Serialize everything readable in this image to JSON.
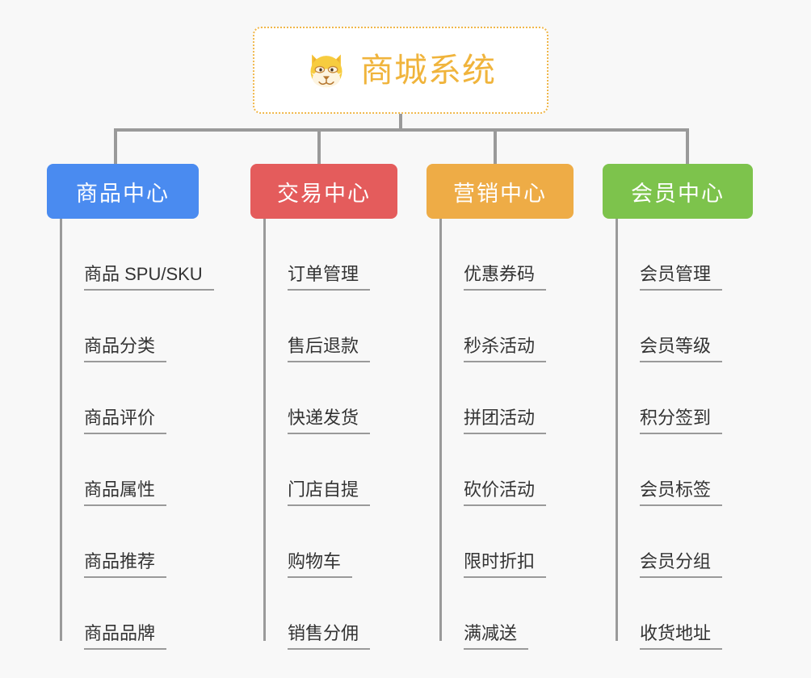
{
  "diagram": {
    "title": "商城系统",
    "root": {
      "label": "商城系统",
      "icon": "shiba-dog-face-emoji",
      "border_color": "#f0b74a",
      "text_color": "#f0b43c",
      "background": "#ffffff"
    },
    "background_color": "#f8f8f8",
    "connector_color": "#9a9a9a",
    "leaf_text_color": "#333333",
    "columns": [
      {
        "label": "商品中心",
        "color": "#4a8bf0",
        "items": [
          "商品 SPU/SKU",
          "商品分类",
          "商品评价",
          "商品属性",
          "商品推荐",
          "商品品牌"
        ]
      },
      {
        "label": "交易中心",
        "color": "#e45c5c",
        "items": [
          "订单管理",
          "售后退款",
          "快递发货",
          "门店自提",
          "购物车",
          "销售分佣"
        ]
      },
      {
        "label": "营销中心",
        "color": "#eeac46",
        "items": [
          "优惠券码",
          "秒杀活动",
          "拼团活动",
          "砍价活动",
          "限时折扣",
          "满减送"
        ]
      },
      {
        "label": "会员中心",
        "color": "#7dc34c",
        "items": [
          "会员管理",
          "会员等级",
          "积分签到",
          "会员标签",
          "会员分组",
          "收货地址"
        ]
      }
    ]
  }
}
